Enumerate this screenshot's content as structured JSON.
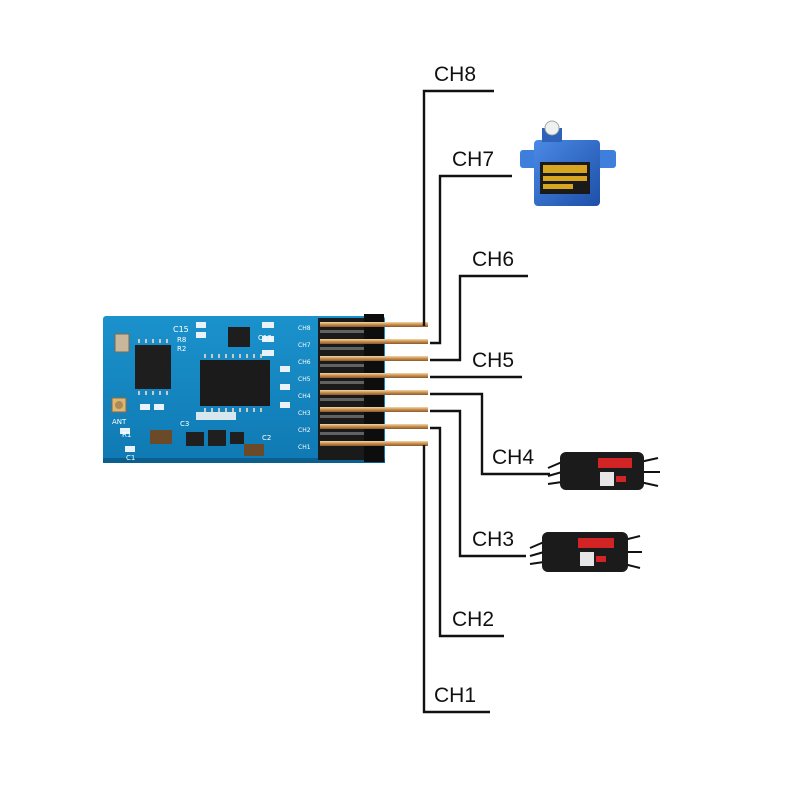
{
  "diagram": {
    "channels": [
      {
        "id": "ch8",
        "label": "CH8"
      },
      {
        "id": "ch7",
        "label": "CH7"
      },
      {
        "id": "ch6",
        "label": "CH6"
      },
      {
        "id": "ch5",
        "label": "CH5"
      },
      {
        "id": "ch4",
        "label": "CH4"
      },
      {
        "id": "ch3",
        "label": "CH3"
      },
      {
        "id": "ch2",
        "label": "CH2"
      },
      {
        "id": "ch1",
        "label": "CH1"
      }
    ],
    "board": {
      "silkscreen": {
        "c15": "C15",
        "r8": "R8",
        "r2": "R2",
        "r1": "R1",
        "c3": "C3",
        "c2": "C2",
        "c1": "C1",
        "c13": "C13",
        "ant": "ANT",
        "pin_labels": [
          "CH8",
          "CH7",
          "CH6",
          "CH5",
          "CH4",
          "CH3",
          "CH2",
          "CH1"
        ]
      }
    },
    "colors": {
      "pcb": "#1488c4",
      "leader_line": "#111111",
      "servo_body": "#2f6fd0",
      "esc_accent": "#d22424"
    }
  }
}
